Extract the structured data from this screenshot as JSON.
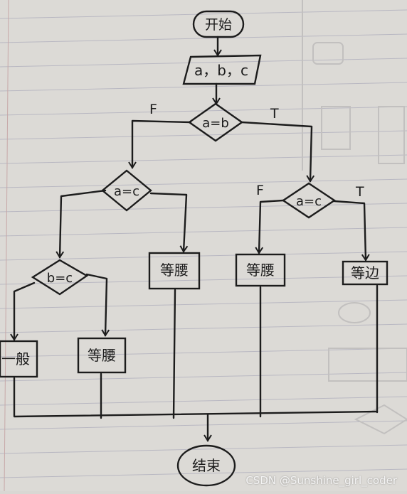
{
  "flowchart": {
    "start": "开始",
    "input": "a，b，c",
    "decision_ab": {
      "label": "a=b",
      "false_label": "F",
      "true_label": "T"
    },
    "decision_ac_left": {
      "label": "a=c"
    },
    "decision_ac_right": {
      "label": "a=c",
      "false_label": "F",
      "true_label": "T"
    },
    "decision_bc": {
      "label": "b=c"
    },
    "box_general": "一般",
    "box_isosceles_1": "等腰",
    "box_isosceles_2": "等腰",
    "box_isosceles_3": "等腰",
    "box_equilateral": "等边",
    "end": "结束"
  },
  "watermark": "CSDN @Sunshine_girl_coder"
}
